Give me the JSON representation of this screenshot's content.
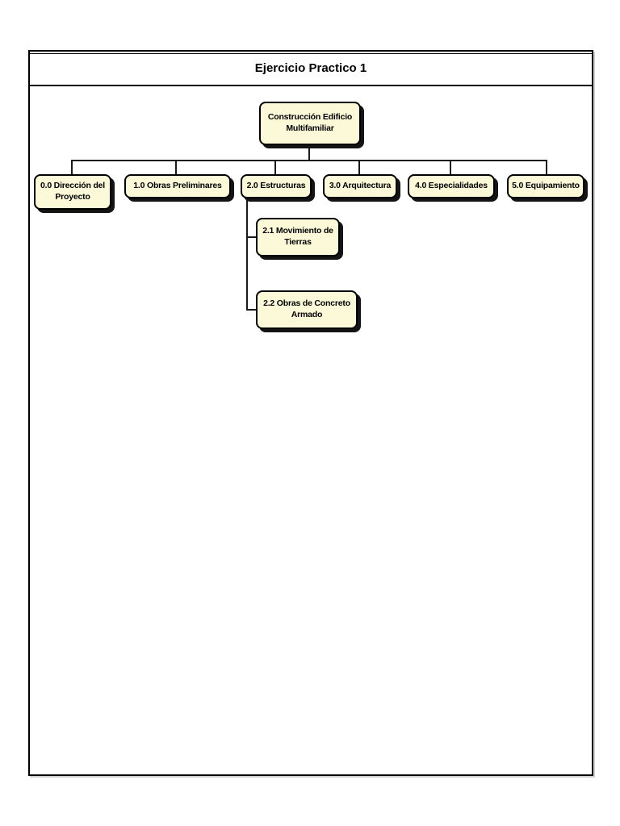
{
  "page": {
    "title": "Ejercicio Practico 1",
    "background": "#ffffff"
  },
  "colors": {
    "page_bg": "#ffffff",
    "frame_border": "#000000",
    "node_fill": "#fbf9d8",
    "node_border": "#000000",
    "node_shadow": "#141414",
    "connector": "#1a1a1a"
  },
  "diagram": {
    "type": "wbs-tree",
    "title": "Ejercicio Practico 1",
    "nodes": [
      {
        "id": "root",
        "parent": null,
        "label": "Construcción Edificio\nMultifamiliar"
      },
      {
        "id": "0.0",
        "parent": "root",
        "label": "0.0 Dirección del\nProyecto"
      },
      {
        "id": "1.0",
        "parent": "root",
        "label": "1.0 Obras Preliminares"
      },
      {
        "id": "2.0",
        "parent": "root",
        "label": "2.0 Estructuras"
      },
      {
        "id": "3.0",
        "parent": "root",
        "label": "3.0 Arquitectura"
      },
      {
        "id": "4.0",
        "parent": "root",
        "label": "4.0 Especialidades"
      },
      {
        "id": "5.0",
        "parent": "root",
        "label": "5.0 Equipamiento"
      },
      {
        "id": "2.1",
        "parent": "2.0",
        "label": "2.1 Movimiento de\nTierras"
      },
      {
        "id": "2.2",
        "parent": "2.0",
        "label": "2.2 Obras de Concreto\nArmado"
      }
    ]
  }
}
